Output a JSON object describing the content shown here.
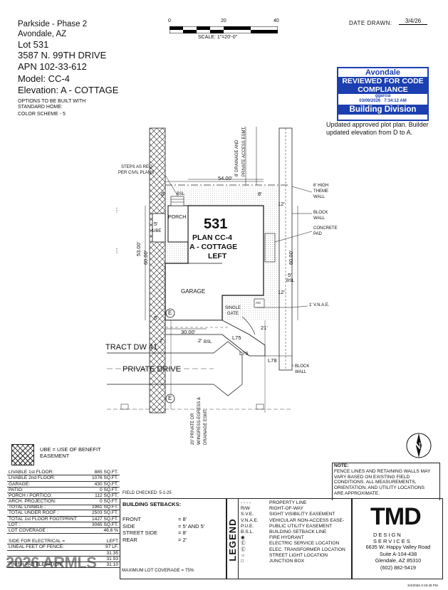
{
  "header": {
    "project": "Parkside - Phase 2",
    "city": "Avondale, AZ",
    "lot": "Lot 531",
    "address": "3587 N. 99TH DRIVE",
    "apn": "APN  102-33-612",
    "model": "Model: CC-4",
    "elevation": "Elevation: A - COTTAGE",
    "options_line1": "OPTIONS TO BE BUILT WITH",
    "options_line2": "STANDARD HOME:",
    "color_scheme": "COLOR SCHEME  -  5"
  },
  "scale": {
    "ticks": [
      "0",
      "20",
      "40"
    ],
    "label": "SCALE:  1\"=20'-0\""
  },
  "date_drawn": {
    "label": "DATE  DRAWN:",
    "value": "3/4/26"
  },
  "stamp": {
    "city": "Avondale",
    "line1": "REVIEWED FOR CODE",
    "line2": "COMPLIANCE",
    "reviewer": "ggarcia",
    "date": "03/09/2026",
    "time": "7:34:12 AM",
    "division": "Building Division"
  },
  "update_note": "Updated approved plot plan. Builder updated elevation from D to A.",
  "plan": {
    "lot_number": "531",
    "plan_name": "PLAN CC-4",
    "elevation": "A - COTTAGE",
    "hand": "LEFT",
    "garage": "GARAGE",
    "porch": "PORCH",
    "ube": "UBE",
    "single_gate_1": "SINGLE",
    "single_gate_2": "GATE",
    "ac": "A/C",
    "steps_note_1": "STEPS AS REQ-",
    "steps_note_2": "PER CIVIL PLANS",
    "drainage_1": "8' DRAINAGE AND",
    "drainage_2": "PRIVATE ACCESS ESMT.",
    "wall_note_1": "6' HIGH",
    "wall_note_2": "THEME",
    "wall_note_3": "WALL",
    "block_wall_1": "BLOCK",
    "block_wall_2": "WALL",
    "concrete_1": "CONCRETE",
    "concrete_2": "PAD",
    "vnae": "1' V.N.A.E.",
    "block_wall2_1": "BLOCK",
    "block_wall2_2": "WALL",
    "tract": "TRACT DW 41",
    "private_drive": "PRIVATE DRIVE",
    "private_dr_note_1": "20' PRIVATE DR",
    "private_dr_note_2": "W/INGRESS-EGRESS &",
    "private_dr_note_3": "DRAINAGE ESMT.",
    "dim_54": "54.00'",
    "dim_30": "30.00'",
    "dim_53": "53.00'",
    "dim_60": "60.00'",
    "dim_60b": "60.00'",
    "dim_12a": "12'",
    "dim_12b": "12'",
    "dim_8a": "8'",
    "dim_8b": "8'",
    "dim_5": "5'",
    "dim_5b": "5'",
    "dim_5c": "5'",
    "dim_2a": "2'",
    "dim_2b": "2'",
    "dim_21": "21'",
    "dim_l75": "L75",
    "dim_l76": "L76",
    "dim_l78": "L78",
    "bsl": "BSL",
    "e_mark": "E"
  },
  "ube_legend": {
    "line1": "UBE  =  USE  OF  BENEFIT",
    "line2": "EASEMENT"
  },
  "areas": [
    {
      "label": "LIVABLE 1st FLOOR:",
      "value": "885 SQ.FT."
    },
    {
      "label": "LIVABLE 2nd FLOOR:",
      "value": "1076 SQ.FT."
    },
    {
      "label": "GARAGE:",
      "value": "430 SQ.FT."
    },
    {
      "label": "PATIO:",
      "value": "0 SQ.FT."
    },
    {
      "label": "PORCH  /  PORTICO:",
      "value": "112 SQ.FT."
    },
    {
      "label": "ARCH. PROJECTION:",
      "value": "0 SQ.FT."
    }
  ],
  "totals": [
    {
      "label": "TOTAL  LIVABLE :",
      "value": "1961 SQ.FT."
    },
    {
      "label": "TOTAL  UNDER  ROOF :",
      "value": "2503 SQ.FT."
    },
    {
      "label": "TOTAL 1st FLOOR FOOTPRINT:",
      "value": "1427 SQ.FT."
    },
    {
      "label": "LOT :",
      "value": "3065 SQ.FT."
    },
    {
      "label": "LOT  COVERAGE  :",
      "value": "46.6  %"
    }
  ],
  "electrical": [
    {
      "label": "SIDE FOR ELECTRICAL =",
      "value": "LEFT"
    },
    {
      "label": "LINEAL FEET OF FENCE:",
      "value": "97 LF."
    },
    {
      "label": "",
      "value": "31.35"
    },
    {
      "label": "",
      "value": "31.93"
    },
    {
      "label": "FINISH PAD ELEVATION:",
      "value": "31.10"
    }
  ],
  "watermark": "2026 ARMLS",
  "field_checked": "FIELD CHECKED: 5-1-25",
  "setbacks": {
    "title": "BUILDING SETBACKS:",
    "rows": [
      {
        "label": "FRONT",
        "value": "= 8'"
      },
      {
        "label": "SIDE",
        "value": "= 5' AND 5'"
      },
      {
        "label": "STREET SIDE",
        "value": "= 8'"
      },
      {
        "label": "REAR",
        "value": "= 2'"
      }
    ],
    "max_coverage": "MAXIMUM LOT COVERAGE = 75%"
  },
  "legend": {
    "title": "LEGEND",
    "rows": [
      {
        "sym": "- - - -",
        "text": "PROPERTY LINE"
      },
      {
        "sym": "R/W",
        "text": "RIGHT-OF-WAY"
      },
      {
        "sym": "S.V.E.",
        "text": "SIGHT VISIBILITY EASEMENT"
      },
      {
        "sym": "V.N.A.E.",
        "text": "VEHICULAR NON-ACCESS EASE-"
      },
      {
        "sym": "P.U.E.",
        "text": "PUBLIC UTILITY EASEMENT"
      },
      {
        "sym": "B.S.L.",
        "text": "BUILDING SETBACK LINE"
      },
      {
        "sym": "◉",
        "text": "FIRE HYDRANT"
      },
      {
        "sym": "Ⓔ",
        "text": "ELECTRIC SERVICE LOCATION"
      },
      {
        "sym": "Ⓔ",
        "text": "ELEC. TRANSFORMER LOCATION"
      },
      {
        "sym": "☼",
        "text": "STREET LIGHT LOCATION"
      },
      {
        "sym": "□",
        "text": "JUNCTION BOX"
      }
    ]
  },
  "note": {
    "title": "NOTE:",
    "lines": [
      "FENCE LINES AND RETAINING WALLS MAY",
      "VARY BASED ON EXISTING FIELD",
      "CONDITIONS.  ALL MEASUREMENTS,",
      "ORIENTATION, AND UTILITY LOCATIONS",
      "ARE APPROXIMATE."
    ]
  },
  "company": {
    "logo": "TMD",
    "subtitle": "DESIGN SERVICES",
    "address1": "6635 W. Happy Valley Road",
    "address2": "Suite A-104-438",
    "address3": "Glendale, AZ 85310",
    "phone": "(602) 882-5419"
  },
  "footer_timestamp": "3/4/2026 3:19:48 PM"
}
